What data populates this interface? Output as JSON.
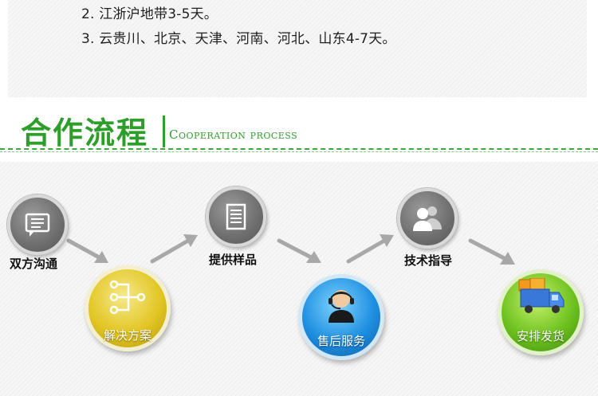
{
  "shipping": {
    "line1": "2. 江浙沪地带3-5天。",
    "line2": "3. 云贵川、北京、天津、河南、河北、山东4-7天。"
  },
  "section": {
    "title": "合作流程",
    "subtitle": "Cooperation process"
  },
  "steps": [
    {
      "label": "双方沟通",
      "icon": "speech-bubble-icon"
    },
    {
      "label": "解决方案",
      "icon": "flowchart-icon"
    },
    {
      "label": "提供样品",
      "icon": "document-icon"
    },
    {
      "label": "售后服务",
      "icon": "headset-agent-icon"
    },
    {
      "label": "技术指导",
      "icon": "people-icon"
    },
    {
      "label": "安排发货",
      "icon": "delivery-truck-icon"
    }
  ],
  "colors": {
    "brand_green": "#2e9e2b",
    "gray": "#6e6e6e",
    "yellow": "#e2c624",
    "blue": "#1f8fe0",
    "green": "#6ec21f",
    "arrow": "#a8a8a8"
  }
}
